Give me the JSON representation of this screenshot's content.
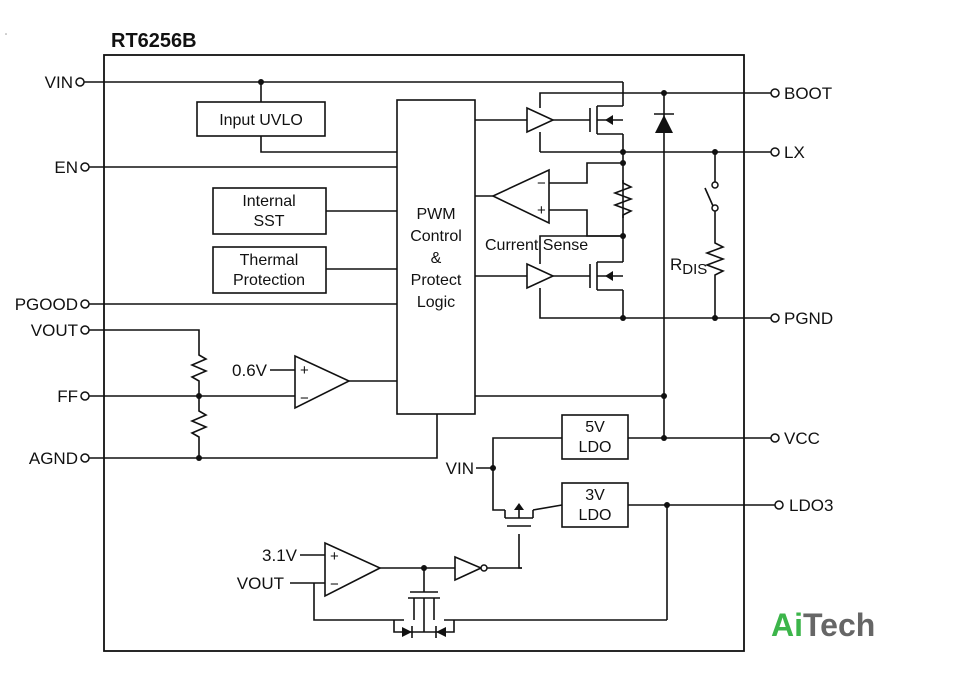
{
  "title": "RT6256B",
  "pins_left": {
    "vin": "VIN",
    "en": "EN",
    "pgood": "PGOOD",
    "vout": "VOUT",
    "ff": "FF",
    "agnd": "AGND"
  },
  "pins_right": {
    "boot": "BOOT",
    "lx": "LX",
    "pgnd": "PGND",
    "vcc": "VCC",
    "ldo3": "LDO3"
  },
  "blocks": {
    "uvlo": "Input UVLO",
    "sst": [
      "Internal",
      "SST"
    ],
    "thermal": [
      "Thermal",
      "Protection"
    ],
    "pwm": [
      "PWM",
      "Control",
      "&",
      "Protect",
      "Logic"
    ],
    "ldo5": [
      "5V",
      "LDO"
    ],
    "ldo3": [
      "3V",
      "LDO"
    ]
  },
  "labels": {
    "current_sense": "Current Sense",
    "rdis_main": "R",
    "rdis_sub": "DIS",
    "ref_06": "0.6V",
    "vin_internal": "VIN",
    "ref_31": "3.1V",
    "vout_internal": "VOUT",
    "plus": "+",
    "minus": "−"
  },
  "brand": {
    "a": "Ai",
    "b": "Tech",
    "color_a": "#3cb54a",
    "color_b": "#666666"
  }
}
